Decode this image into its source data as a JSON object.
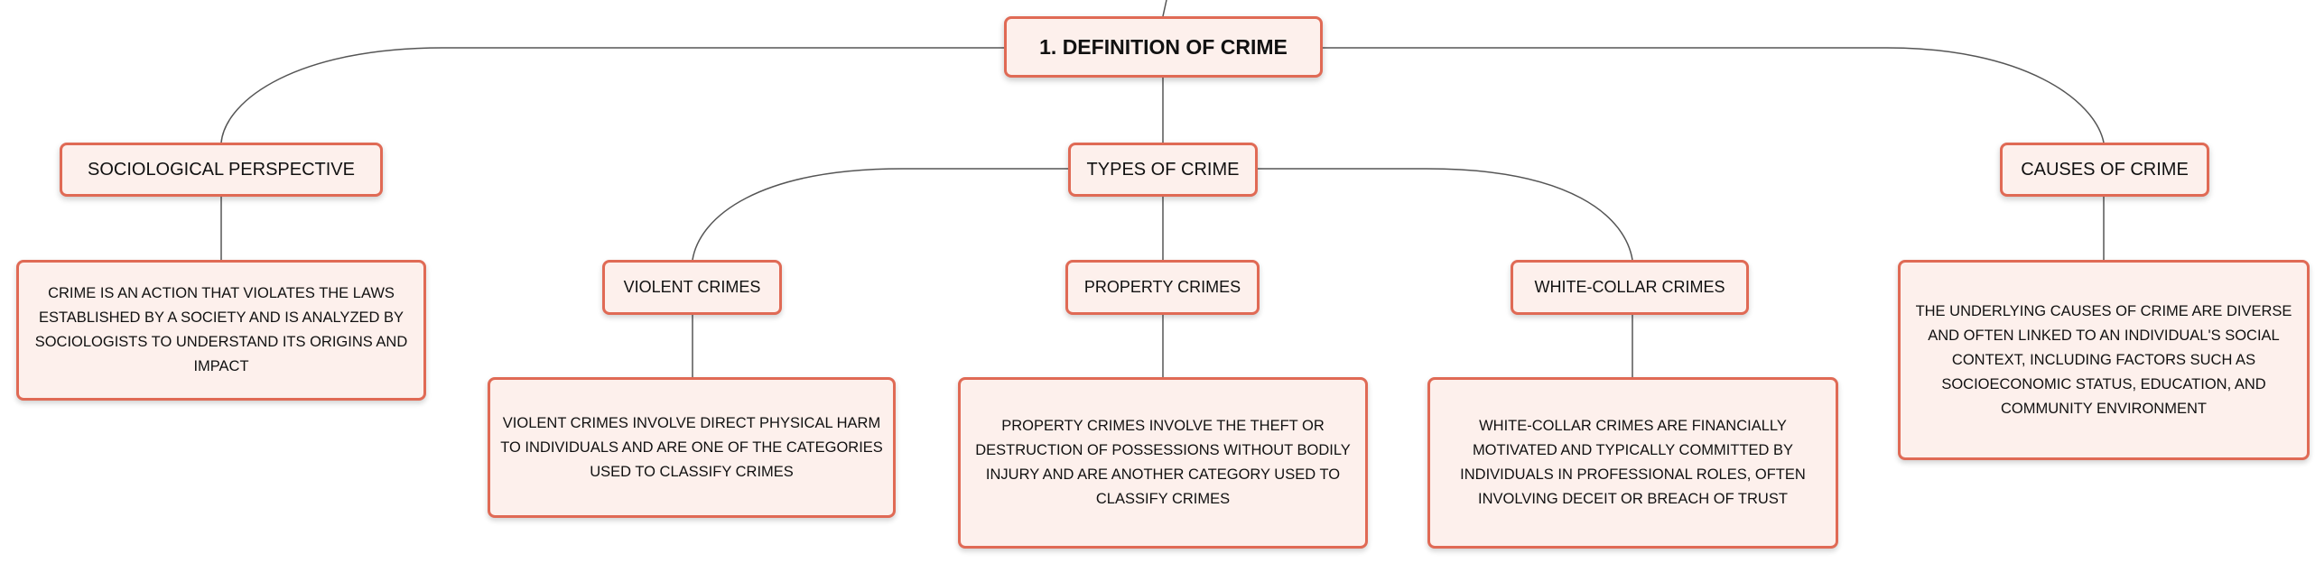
{
  "root": {
    "label": "1. DEFINITION OF CRIME"
  },
  "sociological": {
    "label": "SOCIOLOGICAL PERSPECTIVE",
    "note": "CRIME IS AN ACTION THAT VIOLATES THE LAWS ESTABLISHED BY A SOCIETY AND IS ANALYZED BY SOCIOLOGISTS TO UNDERSTAND ITS ORIGINS AND IMPACT"
  },
  "types": {
    "label": "TYPES OF CRIME",
    "violent": {
      "label": "VIOLENT CRIMES",
      "note": "VIOLENT CRIMES INVOLVE DIRECT PHYSICAL HARM TO INDIVIDUALS AND ARE ONE OF THE CATEGORIES USED TO CLASSIFY CRIMES"
    },
    "property": {
      "label": "PROPERTY CRIMES",
      "note": "PROPERTY CRIMES INVOLVE THE THEFT OR DESTRUCTION OF POSSESSIONS WITHOUT BODILY INJURY AND ARE ANOTHER CATEGORY USED TO CLASSIFY CRIMES"
    },
    "white_collar": {
      "label": "WHITE-COLLAR CRIMES",
      "note": "WHITE-COLLAR CRIMES ARE FINANCIALLY MOTIVATED AND TYPICALLY COMMITTED BY INDIVIDUALS IN PROFESSIONAL ROLES, OFTEN INVOLVING DECEIT OR BREACH OF TRUST"
    }
  },
  "causes": {
    "label": "CAUSES OF CRIME",
    "note": "THE UNDERLYING CAUSES OF CRIME ARE DIVERSE AND OFTEN LINKED TO AN INDIVIDUAL'S SOCIAL CONTEXT, INCLUDING FACTORS SUCH AS SOCIOECONOMIC STATUS, EDUCATION, AND COMMUNITY ENVIRONMENT"
  },
  "colors": {
    "border": "#e06a55",
    "fill": "#fdf0ec",
    "connector": "#555555"
  }
}
